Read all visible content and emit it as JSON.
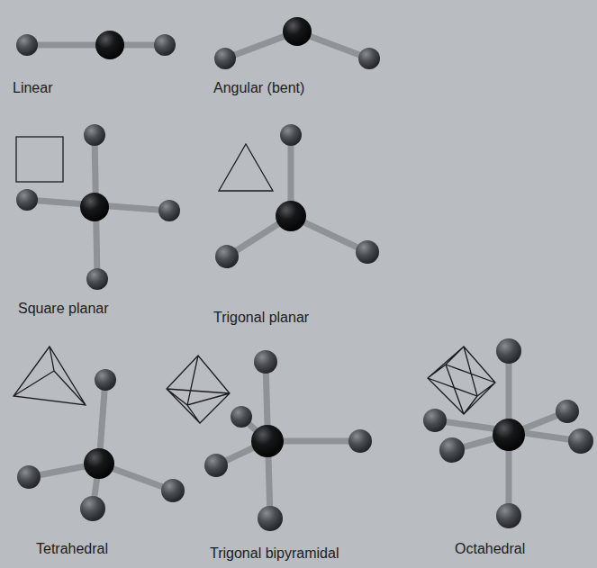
{
  "diagram": {
    "labels": [
      "Linear",
      "Angular (bent)",
      "Square planar",
      "Trigonal planar",
      "Tetrahedral",
      "Trigonal bipyramidal",
      "Octahedral"
    ]
  }
}
